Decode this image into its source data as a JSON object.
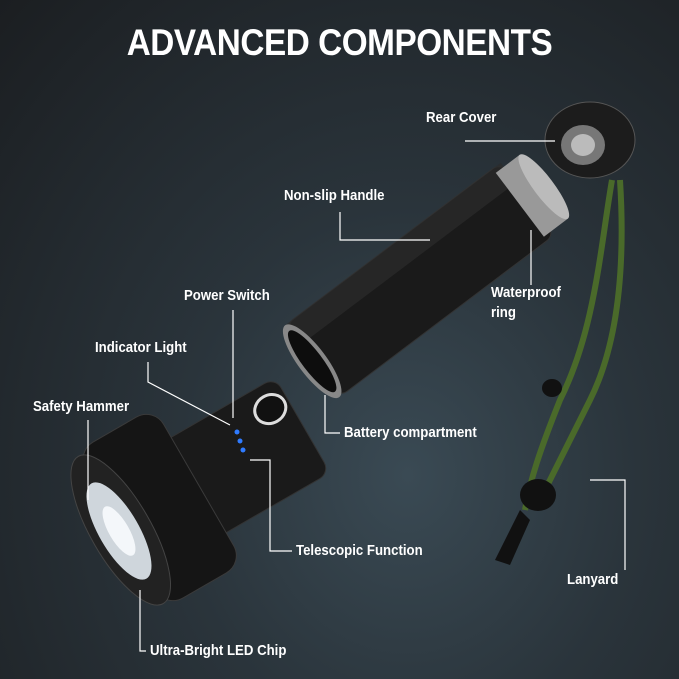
{
  "title": "ADVANCED COMPONENTS",
  "labels": {
    "rear_cover": "Rear Cover",
    "non_slip_handle": "Non-slip Handle",
    "waterproof_ring_1": "Waterproof",
    "waterproof_ring_2": "ring",
    "power_switch": "Power Switch",
    "indicator_light": "Indicator Light",
    "safety_hammer": "Safety Hammer",
    "battery_compartment": "Battery compartment",
    "telescopic_function": "Telescopic Function",
    "ultra_bright_led_chip": "Ultra-Bright LED Chip",
    "lanyard": "Lanyard"
  },
  "colors": {
    "indicator": "#2f7bff",
    "lanyard": "#4a6a2a",
    "background": "#1b1e21"
  }
}
